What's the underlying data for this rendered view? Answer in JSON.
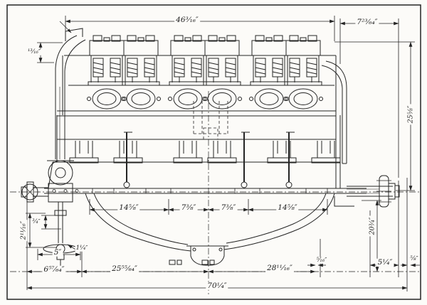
{
  "figure": {
    "ink_color": "#242424",
    "paper_color": "#fcfbf8"
  },
  "dimensions": {
    "overall_top": "46³⁄₁₆″",
    "rear_overhang": "7²³⁄₆₄″",
    "valve_clearance": "¹³⁄₁₆″",
    "overall_height": "25⁵⁄₈″",
    "crank_height": "20³⁄₄″",
    "cyl_group_front": "14⁵⁄₈″",
    "cyl_pair_front": "7³⁄₈″",
    "cyl_pair_rear": "7³⁄₈″",
    "cyl_group_rear": "14⁵⁄₈″",
    "pump_offset": "³⁄₄″",
    "impeller_span": "5″",
    "shaft_tip": "1¹⁄₄″",
    "pump_drop": "2¹¹⁄₁₆″",
    "base_front": "6⁵⁷⁄₆₄″",
    "base_mid_front": "25⁵⁵⁄₆₄″",
    "base_mid_rear": "28¹¹⁄₁₆″",
    "base_gap": "⁵⁄₁₆″",
    "base_rear": "5¹⁄₄″",
    "base_end": "⁵⁄₈″",
    "overall_length": "70¹⁄₄″"
  }
}
